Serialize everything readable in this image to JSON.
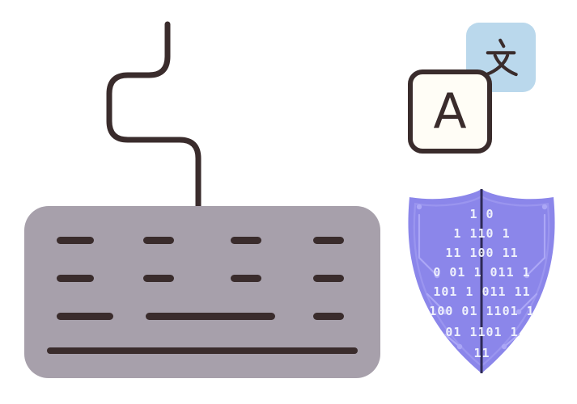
{
  "illustration": {
    "background_color": "#ffffff",
    "keyboard": {
      "icon": "keyboard-with-cable",
      "body_color": "#a7a0ab",
      "key_color": "#3a2c2c"
    },
    "translation_icon": {
      "icon": "language-translation",
      "latin_letter": "A",
      "cjk_character": "文",
      "blue_tile_color": "#bad8ec",
      "white_tile_color": "#fffdf6",
      "outline_color": "#3a2c2c"
    },
    "shield": {
      "icon": "binary-security-shield",
      "fill_color": "#8b86ea",
      "circuit_color": "#aba7f6",
      "divider_color": "#2e2a55",
      "digit_color": "#eef0fc",
      "binary_rows": [
        "1 0",
        "1 110 1",
        "11 100 11",
        "0 01 1 011 1",
        "101 1 011 11",
        "100 01 1101 1",
        "01 1101 1",
        "11"
      ]
    }
  }
}
